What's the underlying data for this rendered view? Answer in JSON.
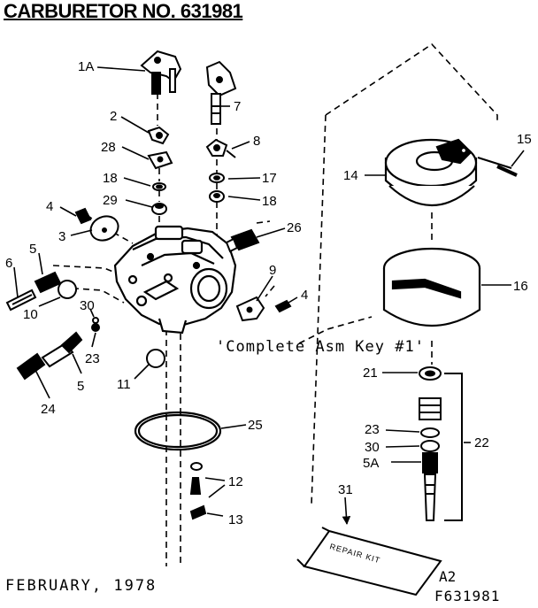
{
  "header": {
    "title": "CARBURETOR NO. 631981"
  },
  "footer": {
    "date": "FEBRUARY, 1978",
    "page": "A2",
    "figure_id": "F631981"
  },
  "note": {
    "assembly": "'Complete Asm Key #1'"
  },
  "kit": {
    "label": "REPAIR KIT"
  },
  "callouts": [
    "1A",
    "2",
    "28",
    "18",
    "29",
    "4",
    "3",
    "5",
    "6",
    "10",
    "30",
    "23",
    "24",
    "5",
    "11",
    "7",
    "8",
    "17",
    "18",
    "26",
    "9",
    "4",
    "25",
    "12",
    "13",
    "31",
    "15",
    "14",
    "16",
    "21",
    "23",
    "30",
    "5A",
    "22"
  ]
}
